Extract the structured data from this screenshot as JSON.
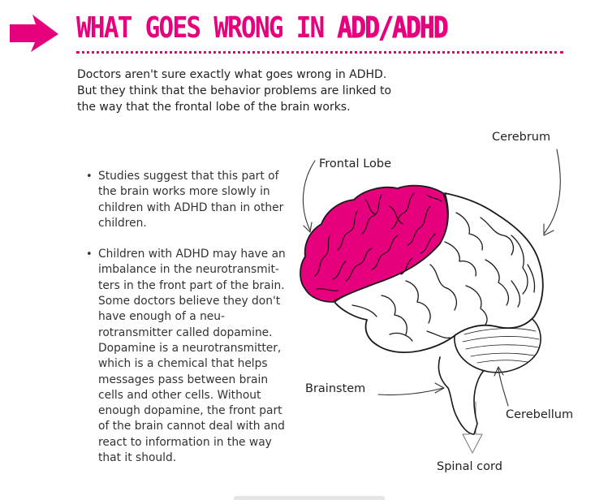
{
  "header": {
    "title_prefix": "WHAT GOES WRONG IN ",
    "title_highlight": "ADD/ADHD",
    "arrow_icon": "arrow-right-icon"
  },
  "intro": "Doctors aren't sure exactly what goes wrong in ADHD. But they think that the behavior problems are linked to the way that the frontal lobe of the brain works.",
  "bullets": [
    "Studies suggest that this part of the brain works more slowly in children with ADHD than in other children.",
    "Children with ADHD may have an imbalance in the neurotransmit-ters in the front part of the brain. Some doctors believe they don't have enough of a neu-rotransmitter called dopamine. Dopamine is a neurotransmitter, which is a chemical that helps messages pass between brain cells and other cells. Without enough dopamine, the front part of the brain cannot deal with and react to information in the way that it should."
  ],
  "diagram": {
    "labels": {
      "frontal_lobe": "Frontal Lobe",
      "cerebrum": "Cerebrum",
      "brainstem": "Brainstem",
      "cerebellum": "Cerebellum",
      "spinal_cord": "Spinal cord"
    }
  },
  "colors": {
    "accent": "#e6007e",
    "text": "#222222",
    "line": "#1a1a1a"
  }
}
